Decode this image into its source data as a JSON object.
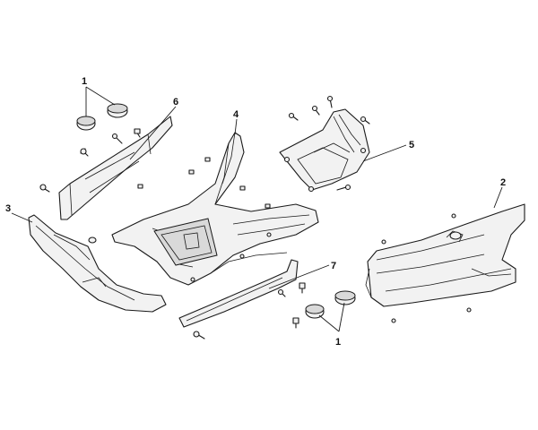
{
  "callouts": {
    "c1a": "1",
    "c6": "6",
    "c4": "4",
    "c5": "5",
    "c3": "3",
    "c2": "2",
    "c7": "7",
    "c1b": "1"
  }
}
